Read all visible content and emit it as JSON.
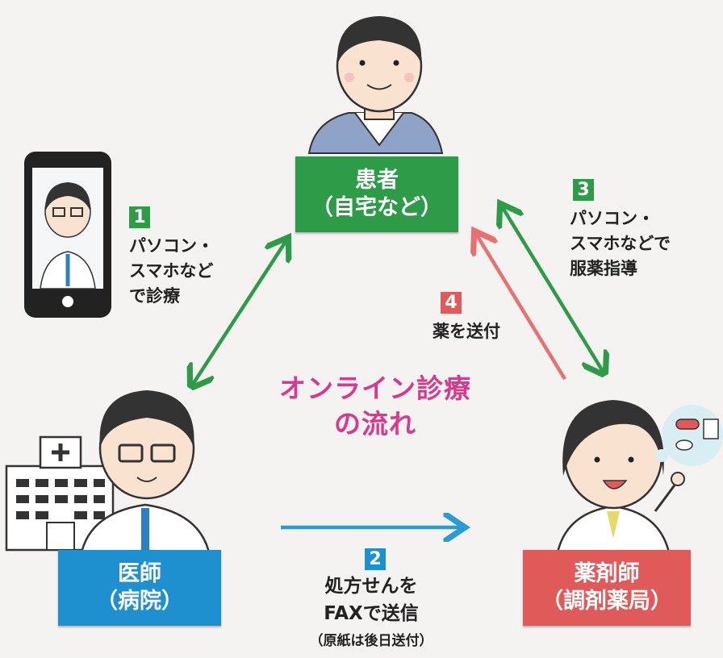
{
  "center_title": [
    "オンライン診療",
    "の流れ"
  ],
  "nodes": {
    "patient": {
      "line1": "患者",
      "line2": "（自宅など）",
      "color": "#2e9b48"
    },
    "doctor": {
      "line1": "医師",
      "line2": "（病院）",
      "color": "#1e8fcf"
    },
    "pharmacist": {
      "line1": "薬剤師",
      "line2": "（調剤薬局）",
      "color": "#e05a5a"
    }
  },
  "steps": {
    "s1": {
      "num": "1",
      "lines": [
        "パソコン・",
        "スマホなど",
        "で診療"
      ],
      "color": "#2e9b48"
    },
    "s2": {
      "num": "2",
      "lines": [
        "処方せんを",
        "FAXで送信"
      ],
      "note": "（原紙は後日送付）",
      "color": "#1e8fcf"
    },
    "s3": {
      "num": "3",
      "lines": [
        "パソコン・",
        "スマホなどで",
        "服薬指導"
      ],
      "color": "#2e9b48"
    },
    "s4": {
      "num": "4",
      "lines": [
        "薬を送付"
      ],
      "color": "#e05a5a"
    }
  },
  "icons": [
    "smartphone-doctor-icon",
    "hospital-icon",
    "medicine-bubble-icon"
  ]
}
